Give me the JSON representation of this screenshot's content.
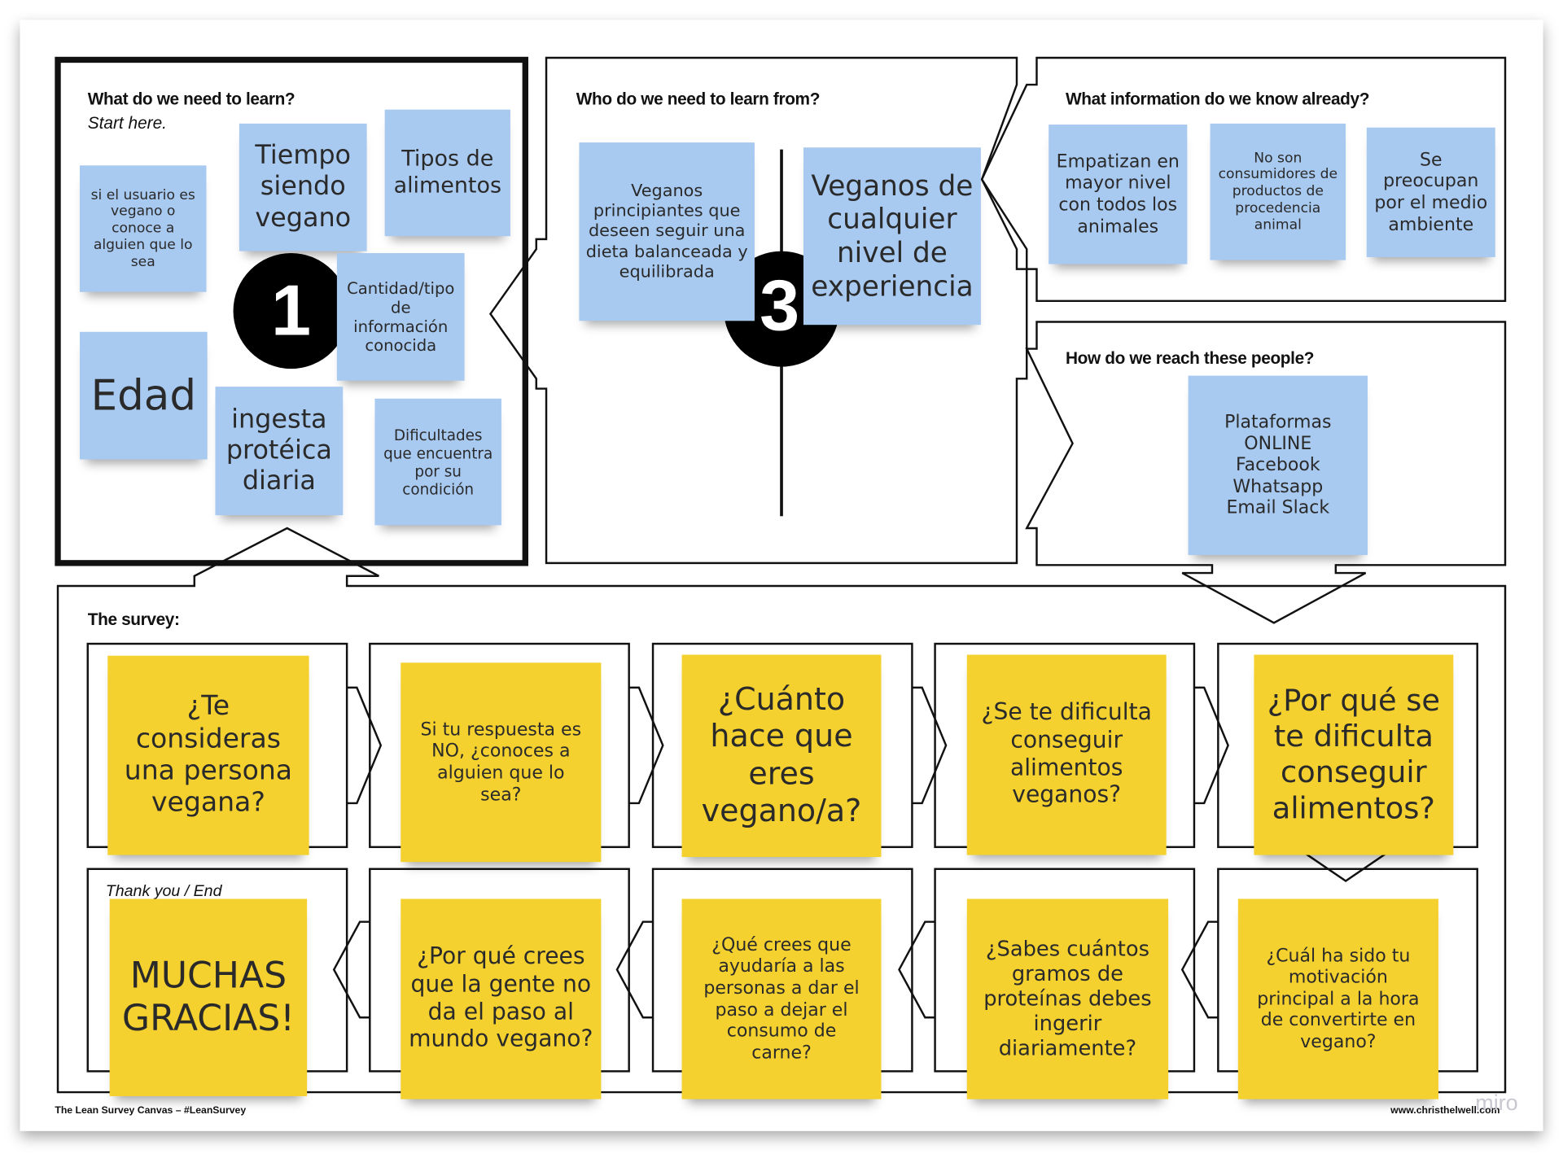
{
  "colors": {
    "note_blue": "#a8c9f0",
    "note_yellow": "#f4d12f",
    "frame": "#111111"
  },
  "sections": {
    "learn": {
      "title": "What do we need to learn?",
      "subtitle": "Start here.",
      "number": "1",
      "notes": [
        "si el usuario es vegano o conoce a alguien que lo sea",
        "Tiempo siendo vegano",
        "Tipos de alimentos",
        "Cantidad/tipo de información conocida",
        "Edad",
        "ingesta protéica diaria",
        "Dificultades que encuentra por su condición"
      ]
    },
    "who": {
      "title": "Who do we need to learn from?",
      "number": "3",
      "notes": [
        "Veganos principiantes que deseen seguir una dieta balanceada y equilibrada",
        "Veganos de cualquier nivel de experiencia"
      ]
    },
    "know": {
      "title": "What information do we know already?",
      "notes": [
        "Empatizan en mayor nivel con todos los animales",
        "No son consumidores de productos de procedencia animal",
        "Se preocupan por el medio ambiente"
      ]
    },
    "reach": {
      "title": "How do we reach these people?",
      "notes": [
        "Plataformas ONLINE Facebook Whatsapp Email Slack"
      ]
    },
    "survey": {
      "title": "The survey:",
      "end_label": "Thank you / End",
      "row1": [
        "¿Te consideras una persona vegana?",
        "Si tu respuesta es NO, ¿conoces a alguien que lo sea?",
        "¿Cuánto hace que eres vegano/a?",
        "¿Se te dificulta conseguir alimentos veganos?",
        "¿Por qué se te dificulta conseguir alimentos?"
      ],
      "row2": [
        "MUCHAS GRACIAS!",
        "¿Por qué crees que la gente no da el paso al mundo vegano?",
        "¿Qué crees que ayudaría a las personas a dar el paso a dejar el consumo de carne?",
        "¿Sabes cuántos gramos de proteínas debes ingerir diariamente?",
        "¿Cuál ha sido tu motivación principal a la hora de convertirte en vegano?"
      ]
    }
  },
  "footer": {
    "left": "The Lean Survey Canvas – #LeanSurvey",
    "right": "www.christhelwell.com",
    "watermark": "miro"
  }
}
